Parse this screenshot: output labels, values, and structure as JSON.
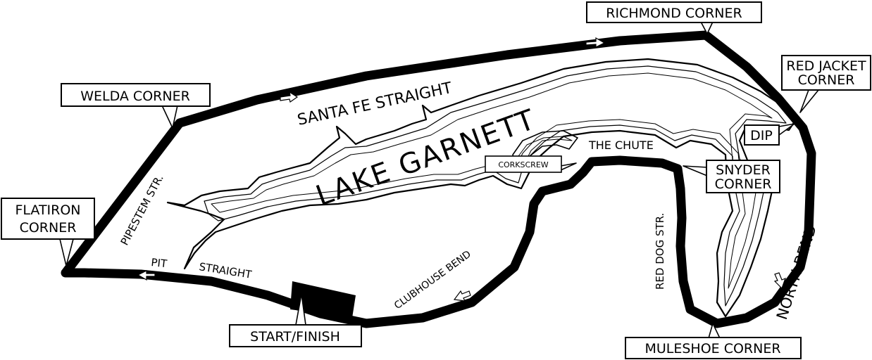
{
  "map": {
    "lake_name": "LAKE GARNETT",
    "colors": {
      "ink": "#000000",
      "paper": "#ffffff"
    },
    "corners": {
      "richmond": "RICHMOND CORNER",
      "welda": "WELDA CORNER",
      "flatiron_1": "FLATIRON",
      "flatiron_2": "CORNER",
      "red_jacket_1": "RED JACKET",
      "red_jacket_2": "CORNER",
      "dip": "DIP",
      "snyder_1": "SNYDER",
      "snyder_2": "CORNER",
      "corkscrew": "CORKSCREW",
      "start_finish": "START/FINISH",
      "muleshoe": "MULESHOE CORNER"
    },
    "sections": {
      "santa_fe": "SANTA FE STRAIGHT",
      "pipestem": "PIPESTEM STR.",
      "pit": "PIT",
      "straight": "STRAIGHT",
      "clubhouse": "CLUBHOUSE BEND",
      "chute": "THE CHUTE",
      "red_dog": "RED DOG STR.",
      "north_bend": "NORTH BEND"
    }
  }
}
